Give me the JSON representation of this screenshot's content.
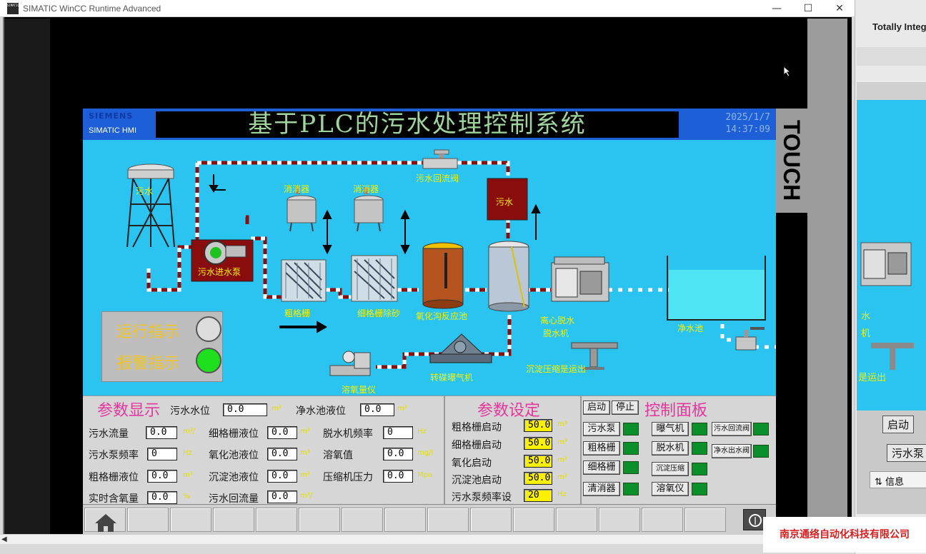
{
  "window": {
    "title": "SIMATIC WinCC Runtime Advanced",
    "logo_text": "SIMATIC",
    "minimize": "—",
    "maximize": "☐",
    "close": "✕"
  },
  "background_window": {
    "title": "Totally Integ",
    "start_btn": "启动",
    "pump_btn": "污水泵",
    "label_dewater": "水",
    "label_machine": "机",
    "label_ship": "是运出",
    "tab_info": "信息"
  },
  "hmi": {
    "brand": "SIEMENS",
    "brand_sub": "SIMATIC HMI",
    "title": "基于PLC的污水处理控制系统",
    "date": "2025/1/7",
    "time": "14:37:09",
    "touch_label": "TOUCH"
  },
  "process": {
    "sewage": "污水",
    "sewage_pump": "污水进水泵",
    "disinfector1": "消消器",
    "disinfector2": "消消器",
    "return_valve": "污水回流阀",
    "sewage_tank": "污水",
    "coarse_grid": "粗格栅",
    "fine_grid": "细格栅除砂",
    "oxidation": "氧化沟反应池",
    "centrifuge": "离心脱水",
    "dewater_machine": "脱水机",
    "clean_pool": "净水池",
    "compress": "沉淀压缩是运出",
    "aerator": "转碟曝气机",
    "do_meter": "溶氧量仪"
  },
  "indicators": {
    "running": "运行指示",
    "alarm": "报警指示",
    "running_color": "#dcdcdc",
    "alarm_color": "#1ee01e"
  },
  "display": {
    "title": "参数显示",
    "rows": [
      {
        "label": "污水水位",
        "value": "0.0",
        "unit": "m³"
      },
      {
        "label": "净水池液位",
        "value": "0.0",
        "unit": "m³"
      },
      {
        "label": "污水流量",
        "value": "0.0",
        "unit": "m³/"
      },
      {
        "label": "细格栅液位",
        "value": "0.0",
        "unit": "m³"
      },
      {
        "label": "脱水机频率",
        "value": "0",
        "unit": "Hz"
      },
      {
        "label": "污水泵频率",
        "value": "0",
        "unit": "Hz"
      },
      {
        "label": "氧化池液位",
        "value": "0.0",
        "unit": "m³"
      },
      {
        "label": "溶氧值",
        "value": "0.0",
        "unit": "mg/l"
      },
      {
        "label": "粗格栅液位",
        "value": "0.0",
        "unit": "m³"
      },
      {
        "label": "沉淀池液位",
        "value": "0.0",
        "unit": "m³"
      },
      {
        "label": "压缩机压力",
        "value": "0.0",
        "unit": "Mpa"
      },
      {
        "label": "实时含氧量",
        "value": "0.0",
        "unit": "%"
      },
      {
        "label": "污水回流量",
        "value": "0.0",
        "unit": "m³/"
      }
    ]
  },
  "settings": {
    "title": "参数设定",
    "rows": [
      {
        "label": "粗格栅启动",
        "value": "50.0",
        "unit": "m³"
      },
      {
        "label": "细格栅启动",
        "value": "50.0",
        "unit": "m³"
      },
      {
        "label": "氧化启动",
        "value": "50.0",
        "unit": "m³"
      },
      {
        "label": "沉淀池启动",
        "value": "50.0",
        "unit": "m³"
      },
      {
        "label": "污水泵频率设",
        "value": "20",
        "unit": "Hz"
      }
    ]
  },
  "control": {
    "title": "控制面板",
    "start": "启动",
    "stop": "停止",
    "buttons": [
      "污水泵",
      "曝气机",
      "污水回流阀",
      "粗格栅",
      "脱水机",
      "净水出水阀",
      "细格栅",
      "沉淀压缩",
      "清消器",
      "溶氧仪"
    ]
  },
  "watermark": "南京通络自动化科技有限公司"
}
